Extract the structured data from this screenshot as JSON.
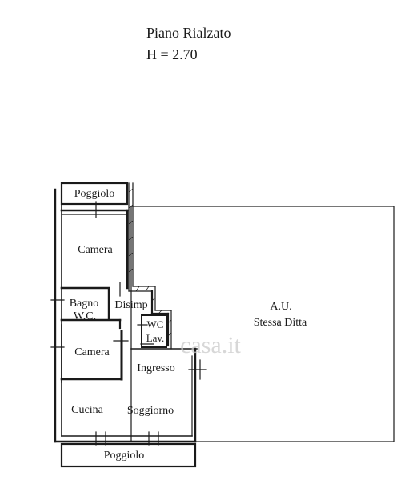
{
  "header": {
    "floor_name": "Piano Rialzato",
    "ceiling_height": "H = 2.70"
  },
  "rooms": {
    "balcony_top": "Poggiolo",
    "bedroom_top": "Camera",
    "bathroom_line1": "Bagno",
    "bathroom_line2": "W.C.",
    "hallway": "Disimp",
    "wc_small_line1": "WC",
    "wc_small_line2": "Lav.",
    "bedroom_bottom": "Camera",
    "entrance": "Ingresso",
    "kitchen": "Cucina",
    "living_room": "Soggiorno",
    "balcony_bottom": "Poggiolo"
  },
  "adjacent_unit": {
    "line1": "A.U.",
    "line2": "Stessa Ditta"
  },
  "watermark": {
    "text": "casa.it"
  },
  "colors": {
    "ink": "#1a1a1a",
    "watermark": "#c9c9c9"
  }
}
